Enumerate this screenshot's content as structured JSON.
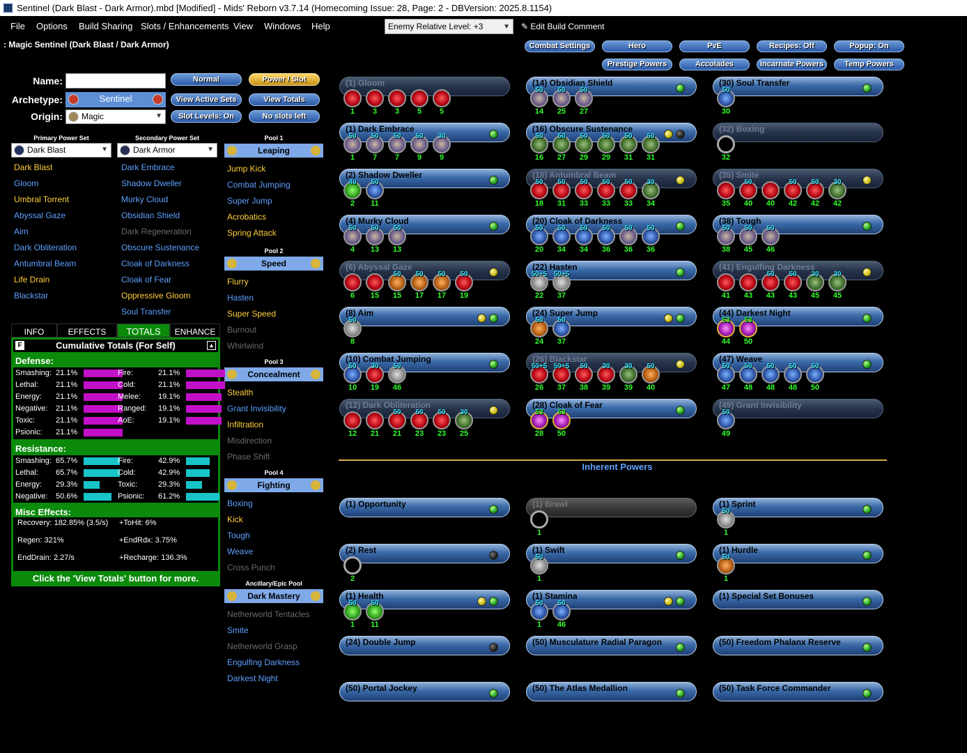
{
  "window": {
    "title": "Sentinel (Dark Blast - Dark Armor).mbd [Modified] - Mids' Reborn v3.7.14  (Homecoming Issue: 28, Page: 2 - DBVersion: 2025.8.1154)"
  },
  "menu": [
    "File",
    "Options",
    "Build Sharing",
    "Slots / Enhancements",
    "View",
    "Windows",
    "Help"
  ],
  "enemy_level": "Enemy Relative Level: +3",
  "edit_comment": "Edit Build Comment",
  "build_title": ": Magic Sentinel (Dark Blast / Dark Armor)",
  "top_buttons": [
    "Combat Settings",
    "Hero",
    "PvE",
    "Recipes: Off",
    "Popup: On",
    "Prestige Powers",
    "Accolades",
    "Incarnate Powers",
    "Temp Powers"
  ],
  "labels": {
    "name": "Name:",
    "archetype": "Archetype:",
    "origin": "Origin:"
  },
  "archetype": "Sentinel",
  "origin": "Magic",
  "left_buttons": [
    "Normal",
    "Power / Slot",
    "View Active Sets",
    "View Totals",
    "Slot Levels: On",
    "No slots left"
  ],
  "primary": {
    "header": "Primary Power Set",
    "set": "Dark Blast",
    "powers": [
      {
        "name": "Dark Blast",
        "c": "y"
      },
      {
        "name": "Gloom",
        "c": "b"
      },
      {
        "name": "Umbral Torrent",
        "c": "y"
      },
      {
        "name": "Abyssal Gaze",
        "c": "b"
      },
      {
        "name": "Aim",
        "c": "b"
      },
      {
        "name": "Dark Obliteration",
        "c": "b"
      },
      {
        "name": "Antumbral Beam",
        "c": "b"
      },
      {
        "name": "Life Drain",
        "c": "y"
      },
      {
        "name": "Blackstar",
        "c": "b"
      }
    ]
  },
  "secondary": {
    "header": "Secondary Power Set",
    "set": "Dark Armor",
    "powers": [
      {
        "name": "Dark Embrace",
        "c": "b"
      },
      {
        "name": "Shadow Dweller",
        "c": "b"
      },
      {
        "name": "Murky Cloud",
        "c": "b"
      },
      {
        "name": "Obsidian Shield",
        "c": "b"
      },
      {
        "name": "Dark Regeneration",
        "c": "g"
      },
      {
        "name": "Obscure Sustenance",
        "c": "b"
      },
      {
        "name": "Cloak of Darkness",
        "c": "b"
      },
      {
        "name": "Cloak of Fear",
        "c": "b"
      },
      {
        "name": "Oppressive Gloom",
        "c": "y"
      },
      {
        "name": "Soul Transfer",
        "c": "b"
      }
    ]
  },
  "pools": [
    {
      "header": "Pool 1",
      "set": "Leaping",
      "powers": [
        {
          "name": "Jump Kick",
          "c": "y"
        },
        {
          "name": "Combat Jumping",
          "c": "b"
        },
        {
          "name": "Super Jump",
          "c": "b"
        },
        {
          "name": "Acrobatics",
          "c": "y"
        },
        {
          "name": "Spring Attack",
          "c": "y"
        }
      ]
    },
    {
      "header": "Pool 2",
      "set": "Speed",
      "powers": [
        {
          "name": "Flurry",
          "c": "y"
        },
        {
          "name": "Hasten",
          "c": "b"
        },
        {
          "name": "Super Speed",
          "c": "y"
        },
        {
          "name": "Burnout",
          "c": "g"
        },
        {
          "name": "Whirlwind",
          "c": "g"
        }
      ]
    },
    {
      "header": "Pool 3",
      "set": "Concealment",
      "powers": [
        {
          "name": "Stealth",
          "c": "y"
        },
        {
          "name": "Grant Invisibility",
          "c": "b"
        },
        {
          "name": "Infiltration",
          "c": "y"
        },
        {
          "name": "Misdirection",
          "c": "g"
        },
        {
          "name": "Phase Shift",
          "c": "g"
        }
      ]
    },
    {
      "header": "Pool 4",
      "set": "Fighting",
      "powers": [
        {
          "name": "Boxing",
          "c": "b"
        },
        {
          "name": "Kick",
          "c": "y"
        },
        {
          "name": "Tough",
          "c": "b"
        },
        {
          "name": "Weave",
          "c": "b"
        },
        {
          "name": "Cross Punch",
          "c": "g"
        }
      ]
    },
    {
      "header": "Ancillary/Epic Pool",
      "set": "Dark Mastery",
      "powers": [
        {
          "name": "Netherworld Tentacles",
          "c": "g"
        },
        {
          "name": "Smite",
          "c": "b"
        },
        {
          "name": "Netherworld Grasp",
          "c": "g"
        },
        {
          "name": "Engulfing Darkness",
          "c": "b"
        },
        {
          "name": "Darkest Night",
          "c": "b"
        }
      ]
    }
  ],
  "tabs": [
    "INFO",
    "EFFECTS",
    "TOTALS",
    "ENHANCE"
  ],
  "totals": {
    "header": "Cumulative Totals (For Self)",
    "f_label": "F",
    "defense_title": "Defense:",
    "defense": [
      {
        "n": "Smashing:",
        "v": "21.1%",
        "f": 0.211
      },
      {
        "n": "Fire:",
        "v": "21.1%",
        "f": 0.211
      },
      {
        "n": "Lethal:",
        "v": "21.1%",
        "f": 0.211
      },
      {
        "n": "Cold:",
        "v": "21.1%",
        "f": 0.211
      },
      {
        "n": "Energy:",
        "v": "21.1%",
        "f": 0.211
      },
      {
        "n": "Melee:",
        "v": "19.1%",
        "f": 0.191
      },
      {
        "n": "Negative:",
        "v": "21.1%",
        "f": 0.211
      },
      {
        "n": "Ranged:",
        "v": "19.1%",
        "f": 0.191
      },
      {
        "n": "Toxic:",
        "v": "21.1%",
        "f": 0.211
      },
      {
        "n": "AoE:",
        "v": "19.1%",
        "f": 0.191
      },
      {
        "n": "Psionic:",
        "v": "21.1%",
        "f": 0.211
      }
    ],
    "resistance_title": "Resistance:",
    "resistance": [
      {
        "n": "Smashing:",
        "v": "65.7%",
        "f": 0.657
      },
      {
        "n": "Fire:",
        "v": "42.9%",
        "f": 0.429
      },
      {
        "n": "Lethal:",
        "v": "65.7%",
        "f": 0.657
      },
      {
        "n": "Cold:",
        "v": "42.9%",
        "f": 0.429
      },
      {
        "n": "Energy:",
        "v": "29.3%",
        "f": 0.293
      },
      {
        "n": "Toxic:",
        "v": "29.3%",
        "f": 0.293
      },
      {
        "n": "Negative:",
        "v": "50.6%",
        "f": 0.506
      },
      {
        "n": "Psionic:",
        "v": "61.2%",
        "f": 0.612
      }
    ],
    "misc_title": "Misc Effects:",
    "misc": [
      "Recovery: 182.85% (3.5/s)",
      "+ToHit: 6%",
      "Regen: 321%",
      "+EndRdx: 3.75%",
      "EndDrain: 2.27/s",
      "+Recharge: 136.3%"
    ],
    "footer": "Click the 'View Totals' button for more."
  },
  "colors": {
    "def_bar": "#c20fc8",
    "res_bar": "#18c4c8",
    "accent": "#0b8a0b",
    "enh_red": "#c0141e",
    "enh_purple": "#6a5a8a",
    "enh_blue": "#2a4fa0"
  },
  "inherent_title": "Inherent Powers",
  "power_slots": [
    {
      "name": "(1) Gloom",
      "st": "dim",
      "dots": [],
      "enh": [
        [
          "",
          "1",
          "r"
        ],
        [
          "",
          "3",
          "r"
        ],
        [
          "",
          "3",
          "r"
        ],
        [
          "",
          "5",
          "r"
        ],
        [
          "",
          "5",
          "r"
        ]
      ]
    },
    {
      "name": "(14) Obsidian Shield",
      "st": "n",
      "dots": [
        "g"
      ],
      "enh": [
        [
          "50",
          "14",
          "p"
        ],
        [
          "50",
          "25",
          "p"
        ],
        [
          "50",
          "27",
          "p"
        ]
      ]
    },
    {
      "name": "(30) Soul Transfer",
      "st": "n",
      "dots": [
        "g"
      ],
      "enh": [
        [
          "50",
          "30",
          "b"
        ]
      ]
    },
    {
      "name": "(1) Dark Embrace",
      "st": "n",
      "dots": [
        "g"
      ],
      "enh": [
        [
          "50",
          "1",
          "p"
        ],
        [
          "50",
          "7",
          "p"
        ],
        [
          "50",
          "7",
          "p"
        ],
        [
          "50",
          "9",
          "p"
        ],
        [
          "30",
          "9",
          "p"
        ]
      ]
    },
    {
      "name": "(16) Obscure Sustenance",
      "st": "n",
      "dots": [
        "y",
        "k"
      ],
      "enh": [
        [
          "50",
          "16",
          "gr"
        ],
        [
          "50",
          "27",
          "gr"
        ],
        [
          "50",
          "29",
          "gr"
        ],
        [
          "50",
          "29",
          "gr"
        ],
        [
          "50",
          "31",
          "gr"
        ],
        [
          "50",
          "31",
          "gr"
        ]
      ]
    },
    {
      "name": "(32) Boxing",
      "st": "dim",
      "dots": [],
      "enh": [
        [
          "",
          "32",
          "e"
        ]
      ]
    },
    {
      "name": "(2) Shadow Dweller",
      "st": "n",
      "dots": [
        "g"
      ],
      "enh": [
        [
          "40",
          "2",
          "gn"
        ],
        [
          "50",
          "11",
          "b"
        ]
      ]
    },
    {
      "name": "(18) Antumbral Beam",
      "st": "dim",
      "dots": [
        "y"
      ],
      "enh": [
        [
          "50",
          "18",
          "r"
        ],
        [
          "50",
          "31",
          "r"
        ],
        [
          "50",
          "33",
          "r"
        ],
        [
          "50",
          "33",
          "r"
        ],
        [
          "50",
          "33",
          "r"
        ],
        [
          "30",
          "34",
          "gr"
        ]
      ]
    },
    {
      "name": "(35) Smite",
      "st": "dim",
      "dots": [
        "y"
      ],
      "enh": [
        [
          "",
          "35",
          "r"
        ],
        [
          "50",
          "40",
          "r"
        ],
        [
          "",
          "40",
          "r"
        ],
        [
          "50",
          "42",
          "r"
        ],
        [
          "50",
          "42",
          "r"
        ],
        [
          "30",
          "42",
          "gr"
        ]
      ]
    },
    {
      "name": "(4) Murky Cloud",
      "st": "n",
      "dots": [
        "g"
      ],
      "enh": [
        [
          "50",
          "4",
          "p"
        ],
        [
          "50",
          "13",
          "p"
        ],
        [
          "50",
          "13",
          "p"
        ]
      ]
    },
    {
      "name": "(20) Cloak of Darkness",
      "st": "n",
      "dots": [
        "g"
      ],
      "enh": [
        [
          "50",
          "20",
          "b"
        ],
        [
          "50",
          "34",
          "b"
        ],
        [
          "50",
          "34",
          "b"
        ],
        [
          "50",
          "36",
          "b"
        ],
        [
          "50",
          "36",
          "p"
        ],
        [
          "50",
          "36",
          "b"
        ]
      ]
    },
    {
      "name": "(38) Tough",
      "st": "n",
      "dots": [
        "g"
      ],
      "enh": [
        [
          "50",
          "38",
          "p"
        ],
        [
          "50",
          "45",
          "p"
        ],
        [
          "50",
          "46",
          "p"
        ]
      ]
    },
    {
      "name": "(6) Abyssal Gaze",
      "st": "dim",
      "dots": [
        "y"
      ],
      "enh": [
        [
          "",
          "6",
          "r"
        ],
        [
          "",
          "15",
          "r"
        ],
        [
          "50",
          "15",
          "o"
        ],
        [
          "50",
          "17",
          "o"
        ],
        [
          "50",
          "17",
          "o"
        ],
        [
          "50",
          "19",
          "r"
        ]
      ]
    },
    {
      "name": "(22) Hasten",
      "st": "n",
      "dots": [
        "g"
      ],
      "enh": [
        [
          "50+5",
          "22",
          "s"
        ],
        [
          "50+5",
          "37",
          "s"
        ]
      ]
    },
    {
      "name": "(41) Engulfing Darkness",
      "st": "dim",
      "dots": [
        "y"
      ],
      "enh": [
        [
          "",
          "41",
          "r"
        ],
        [
          "",
          "43",
          "r"
        ],
        [
          "50",
          "43",
          "r"
        ],
        [
          "50",
          "43",
          "r"
        ],
        [
          "30",
          "45",
          "gr"
        ],
        [
          "30",
          "45",
          "gr"
        ]
      ]
    },
    {
      "name": "(8) Aim",
      "st": "n",
      "dots": [
        "y",
        "g"
      ],
      "enh": [
        [
          "50",
          "8",
          "s"
        ]
      ]
    },
    {
      "name": "(24) Super Jump",
      "st": "n",
      "dots": [
        "y",
        "g"
      ],
      "enh": [
        [
          "50",
          "24",
          "o"
        ],
        [
          "50",
          "37",
          "b"
        ]
      ]
    },
    {
      "name": "(44) Darkest Night",
      "st": "n",
      "dots": [
        "g"
      ],
      "enh": [
        [
          "53",
          "44",
          "pk"
        ],
        [
          "53",
          "50",
          "pk"
        ]
      ]
    },
    {
      "name": "(10) Combat Jumping",
      "st": "n",
      "dots": [
        "g"
      ],
      "enh": [
        [
          "50",
          "10",
          "b"
        ],
        [
          "30",
          "19",
          "r"
        ],
        [
          "50",
          "46",
          "s"
        ]
      ]
    },
    {
      "name": "(26) Blackstar",
      "st": "dim",
      "dots": [
        "y"
      ],
      "enh": [
        [
          "50+5",
          "26",
          "r"
        ],
        [
          "50+5",
          "37",
          "r"
        ],
        [
          "50",
          "38",
          "r"
        ],
        [
          "30",
          "39",
          "r"
        ],
        [
          "30",
          "39",
          "gr"
        ],
        [
          "50",
          "40",
          "o"
        ]
      ]
    },
    {
      "name": "(47) Weave",
      "st": "n",
      "dots": [
        "g"
      ],
      "enh": [
        [
          "50",
          "47",
          "b"
        ],
        [
          "50",
          "48",
          "b"
        ],
        [
          "50",
          "48",
          "b"
        ],
        [
          "50",
          "48",
          "b"
        ],
        [
          "50",
          "50",
          "b"
        ]
      ]
    },
    {
      "name": "(12) Dark Obliteration",
      "st": "dim",
      "dots": [
        "y"
      ],
      "enh": [
        [
          "",
          "12",
          "r"
        ],
        [
          "",
          "21",
          "r"
        ],
        [
          "50",
          "21",
          "r"
        ],
        [
          "50",
          "23",
          "r"
        ],
        [
          "50",
          "23",
          "r"
        ],
        [
          "30",
          "25",
          "gr"
        ]
      ]
    },
    {
      "name": "(28) Cloak of Fear",
      "st": "n",
      "dots": [
        "g"
      ],
      "enh": [
        [
          "53",
          "28",
          "pk"
        ],
        [
          "53",
          "50",
          "pk"
        ]
      ]
    },
    {
      "name": "(49) Grant Invisibility",
      "st": "dim",
      "dots": [],
      "enh": [
        [
          "50",
          "49",
          "b"
        ]
      ]
    }
  ],
  "inherent_slots": [
    {
      "name": "(1) Opportunity",
      "st": "n",
      "dots": [
        "g"
      ],
      "enh": []
    },
    {
      "name": "(1) Brawl",
      "st": "gray",
      "dots": [],
      "enh": [
        [
          "",
          "1",
          "e"
        ]
      ]
    },
    {
      "name": "(1) Sprint",
      "st": "n",
      "dots": [
        "g"
      ],
      "enh": [
        [
          "50",
          "1",
          "s"
        ]
      ]
    },
    {
      "name": "(2) Rest",
      "st": "n",
      "dots": [
        "k"
      ],
      "enh": [
        [
          "",
          "2",
          "e"
        ]
      ]
    },
    {
      "name": "(1) Swift",
      "st": "n",
      "dots": [
        "g"
      ],
      "enh": [
        [
          "50",
          "1",
          "s"
        ]
      ]
    },
    {
      "name": "(1) Hurdle",
      "st": "n",
      "dots": [
        "g"
      ],
      "enh": [
        [
          "50",
          "1",
          "o"
        ]
      ]
    },
    {
      "name": "(1) Health",
      "st": "n",
      "dots": [
        "y",
        "g"
      ],
      "enh": [
        [
          "50",
          "1",
          "gn"
        ],
        [
          "50",
          "11",
          "gn"
        ]
      ]
    },
    {
      "name": "(1) Stamina",
      "st": "n",
      "dots": [
        "y",
        "g"
      ],
      "enh": [
        [
          "50",
          "1",
          "b"
        ],
        [
          "50",
          "46",
          "b"
        ]
      ]
    },
    {
      "name": "(1) Special Set Bonuses",
      "st": "n",
      "dots": [
        "g"
      ],
      "enh": []
    },
    {
      "name": "(24) Double Jump",
      "st": "n",
      "dots": [
        "k"
      ],
      "enh": []
    },
    {
      "name": "(50) Musculature Radial Paragon",
      "st": "n",
      "dots": [
        "g"
      ],
      "enh": []
    },
    {
      "name": "(50) Freedom Phalanx Reserve",
      "st": "n",
      "dots": [
        "g"
      ],
      "enh": []
    },
    {
      "name": "(50) Portal Jockey",
      "st": "n",
      "dots": [
        "g"
      ],
      "enh": []
    },
    {
      "name": "(50) The Atlas Medallion",
      "st": "n",
      "dots": [
        "g"
      ],
      "enh": []
    },
    {
      "name": "(50) Task Force Commander",
      "st": "n",
      "dots": [
        "g"
      ],
      "enh": []
    }
  ]
}
